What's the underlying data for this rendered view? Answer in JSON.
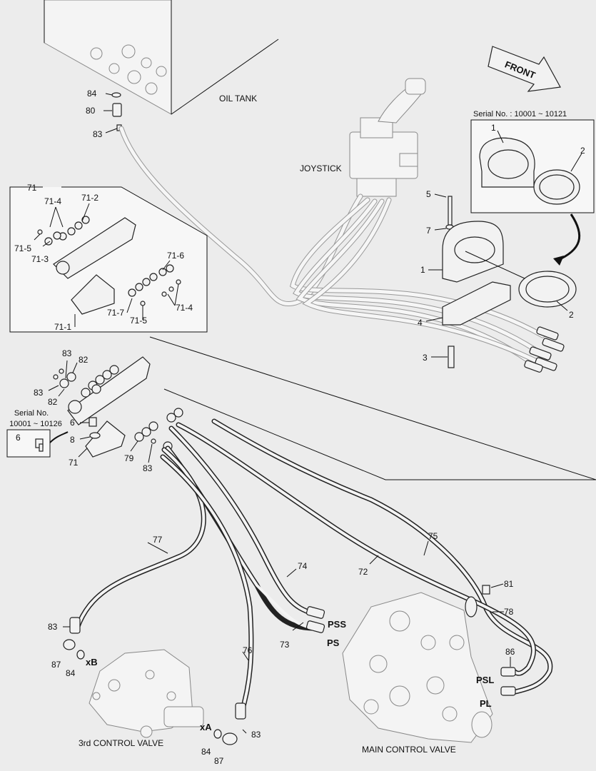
{
  "labels": {
    "oil_tank": "OIL TANK",
    "joystick": "JOYSTICK",
    "front": "FRONT",
    "serial_range_1": "Serial No. : 10001 ~ 10121",
    "serial_no": "Serial No.",
    "serial_range_2": "10001 ~ 10126",
    "third_control_valve": "3rd CONTROL VALVE",
    "main_control_valve": "MAIN CONTROL VALVE",
    "port_pss": "PSS",
    "port_ps": "PS",
    "port_psl": "PSL",
    "port_pl": "PL",
    "port_xb": "xB",
    "port_xa": "xA"
  },
  "part_numbers": {
    "p84a": "84",
    "p80": "80",
    "p83a": "83",
    "p71": "71",
    "p71_4a": "71-4",
    "p71_2": "71-2",
    "p71_5a": "71-5",
    "p71_3": "71-3",
    "p71_6": "71-6",
    "p71_4b": "71-4",
    "p71_7": "71-7",
    "p71_5b": "71-5",
    "p71_1": "71-1",
    "p5": "5",
    "p7": "7",
    "p1a": "1",
    "p4": "4",
    "p3": "3",
    "p2a": "2",
    "p1b": "1",
    "p2b": "2",
    "p83b": "83",
    "p82a": "82",
    "p83c": "83",
    "p82b": "82",
    "p6a": "6",
    "p8": "8",
    "p71b": "71",
    "p79": "79",
    "p83d": "83",
    "p6b": "6",
    "p77": "77",
    "p74": "74",
    "p75": "75",
    "p72": "72",
    "p73": "73",
    "p76": "76",
    "p81": "81",
    "p78": "78",
    "p86": "86",
    "p83e": "83",
    "p87a": "87",
    "p84b": "84",
    "p83f": "83",
    "p84c": "84",
    "p87b": "87"
  }
}
